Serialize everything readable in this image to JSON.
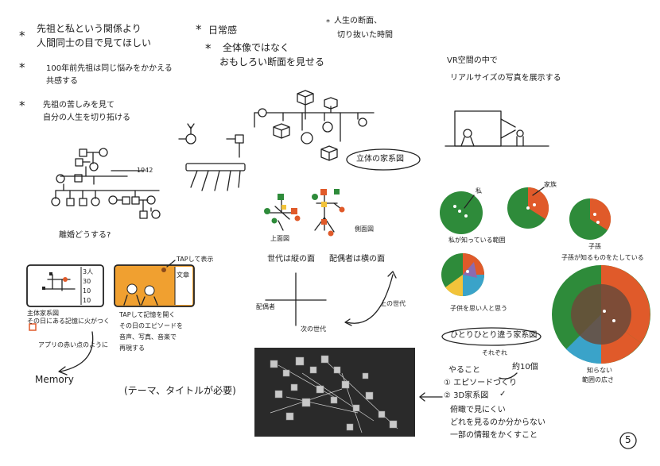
{
  "notes_left": {
    "line1": "先祖と私という関係より",
    "line2": "人間同士の目で見てほしい",
    "line3": "100年前先祖は同じ悩みをかかえる",
    "line4": "共感する",
    "line5": "先祖の苦しみを見て",
    "line6": "自分の人生を切り拓ける",
    "star": "*"
  },
  "notes_center": {
    "line1": "日常感",
    "line2": "全体像ではなく",
    "line3": "おもしろい断面を見せる",
    "star": "*"
  },
  "notes_top_right": {
    "line1": "人生の断面、",
    "line2": "切り抜いた時間",
    "star": "*"
  },
  "family_tree_year": "1942",
  "divorce_note": "離婚どうする?",
  "solid_diagram_label": "立体の家系図",
  "vr_notes": {
    "line1": "VR空間の中で",
    "line2": "リアルサイズの写真を展示する"
  },
  "graph_labels": {
    "upper_view": "上面図",
    "side_view": "側面図",
    "generation_plane": "世代は縦の面",
    "spouse_plane": "配偶者は横の面",
    "spouse": "配偶者",
    "parent_generation": "上の世代",
    "next_generation": "次の世代"
  },
  "circle_labels": {
    "me": "私",
    "family": "家族",
    "descendant": "子孫",
    "known_range": "私が知っている範囲",
    "descendant_known": "子孫が知るものをたしている",
    "wants_descendant": "子供を思い人と思う",
    "unknown_range": "知らない",
    "unknown_range2": "範囲の広さ"
  },
  "per_person_map": {
    "label": "ひとりひとり違う家系図",
    "sub": "それぞれ"
  },
  "phone_mockups": {
    "memory_stats1": "3人",
    "memory_stats2": "30",
    "memory_stats3": "10",
    "memory_stats4": "10",
    "caption1": "主体家系図",
    "caption2": "その日にある記憶に火がつく",
    "caption3": "アプリの赤い点のように",
    "tap_hint": "TAPして表示",
    "caption4": "TAPして記憶を開く",
    "caption5": "その日のエピソードを",
    "caption6": "音声、写真、音楽で",
    "caption7": "再現する",
    "side_label": "文章",
    "memory": "Memory",
    "theme_note": "(テーマ、タイトルが必要)"
  },
  "todo": {
    "title": "やること",
    "item1": "① エピソードづくり",
    "item2": "② 3D家系図",
    "check": "✓",
    "count": "約10個",
    "issue1": "俯瞰で見にくい",
    "issue2": "どれを見るのか分からない",
    "issue3": "一部の情報をかくすこと"
  },
  "page_number": "5",
  "colors": {
    "ink": "#1c1c1c",
    "green": "#2e8b3a",
    "orange": "#e05a2a",
    "yellow": "#f2c33a",
    "blue": "#3aa3c9",
    "purple": "#8b6bb0",
    "brown": "#6b4a3a",
    "phone_orange": "#f0a030",
    "render_bg": "#2a2a2a"
  }
}
